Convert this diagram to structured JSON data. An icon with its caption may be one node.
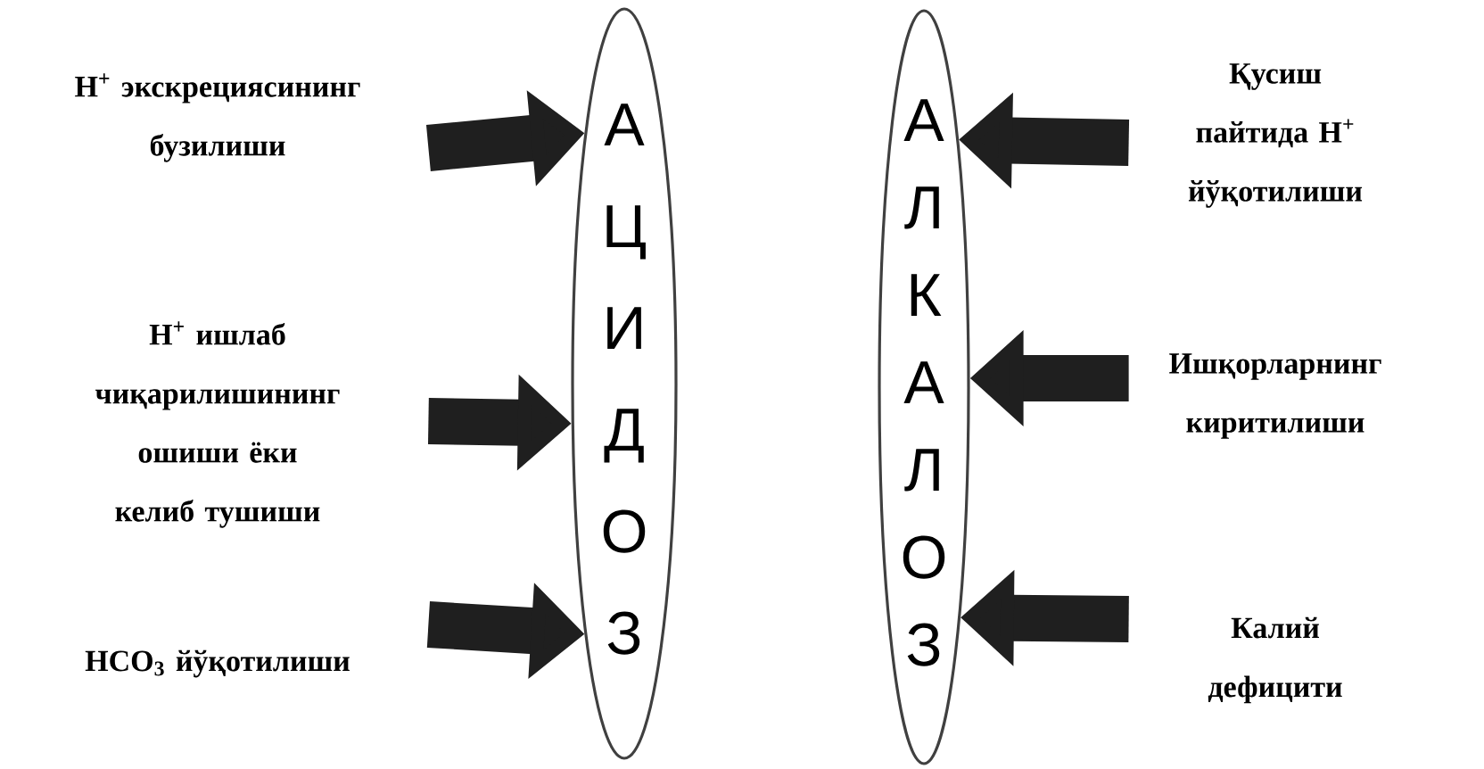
{
  "diagram": {
    "nodes": [
      {
        "text": [
          "А Ц И Д О З"
        ]
      },
      {
        "text": [
          "А Л К А Л О З"
        ]
      },
      {
        "text": [
          "H$^{+}$ экскрециясининг бузилиши"
        ]
      },
      {
        "text": [
          "H$^{+}$ ишлаб чиқарилишининг ошиши ёки келиб тушиши"
        ]
      },
      {
        "text": [
          "HCO$_{3}$ йўқотилиши"
        ]
      },
      {
        "text": [
          "Қусиш пайтида H$^{+}$ йўқотилиши"
        ]
      },
      {
        "text": [
          "Ишқорларнинг киритилиши"
        ]
      },
      {
        "text": [
          "Калий дефицити"
        ]
      }
    ],
    "edges": [
      {
        "from": 2,
        "to": 0,
        "arrow": "to"
      },
      {
        "from": 3,
        "to": 0,
        "arrow": "to"
      },
      {
        "from": 4,
        "to": 0,
        "arrow": "to"
      },
      {
        "from": 5,
        "to": 1,
        "arrow": "to"
      },
      {
        "from": 6,
        "to": 1,
        "arrow": "to"
      },
      {
        "from": 7,
        "to": 1,
        "arrow": "to"
      }
    ]
  }
}
